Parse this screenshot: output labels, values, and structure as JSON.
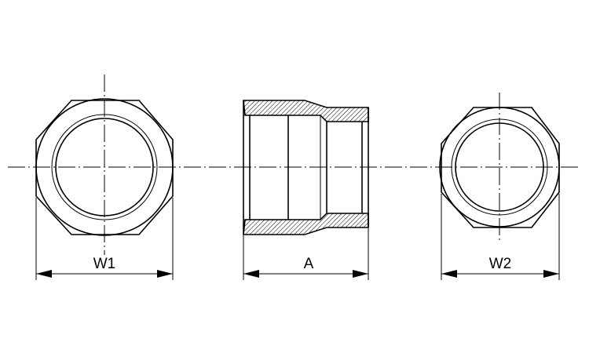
{
  "drawing": {
    "labels": {
      "w1": "W1",
      "a": "A",
      "w2": "W2"
    },
    "colors": {
      "line": "#000000",
      "hatch": "#000000",
      "background": "#ffffff"
    }
  }
}
